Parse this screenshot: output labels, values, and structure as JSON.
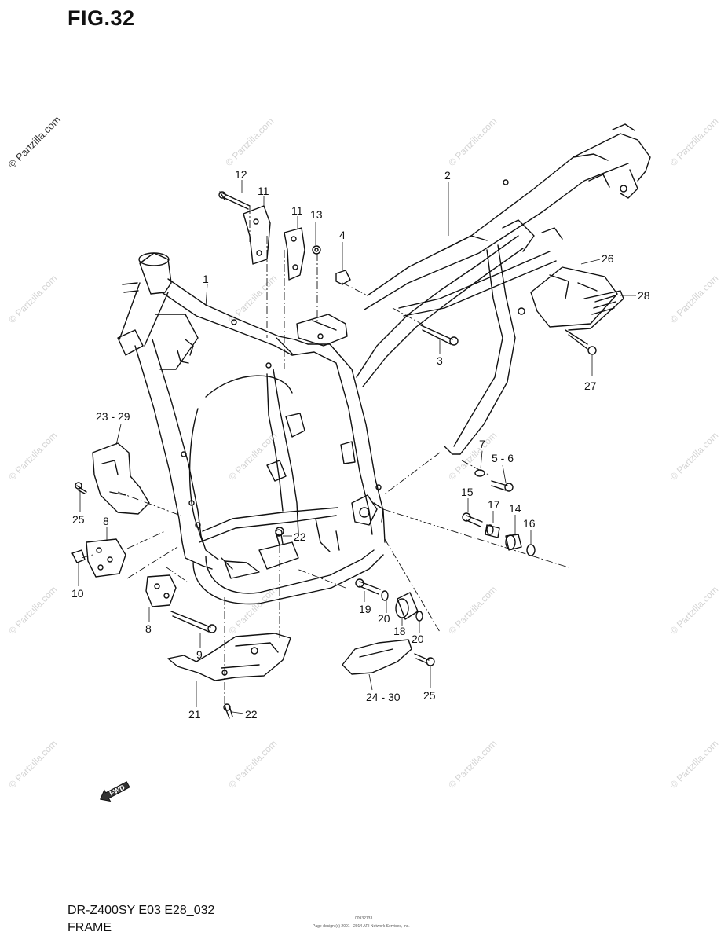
{
  "figure": {
    "title": "FIG.32",
    "model_code": "DR-Z400SY E03 E28_032",
    "section_name": "FRAME",
    "watermark": "© Partzilla.com",
    "fwd_label": "FWD",
    "copyright_note": "Page design (c) 2001 - 2014 ARI Network Services, Inc.",
    "page_code": "00932133"
  },
  "callouts": {
    "c1": "1",
    "c2": "2",
    "c3": "3",
    "c4": "4",
    "c5_6": "5 - 6",
    "c7": "7",
    "c8a": "8",
    "c8b": "8",
    "c9": "9",
    "c10": "10",
    "c11a": "11",
    "c11b": "11",
    "c12": "12",
    "c13": "13",
    "c14": "14",
    "c15": "15",
    "c16": "16",
    "c17": "17",
    "c18": "18",
    "c19": "19",
    "c20a": "20",
    "c20b": "20",
    "c21": "21",
    "c22a": "22",
    "c22b": "22",
    "c23_29": "23 - 29",
    "c24_30": "24 - 30",
    "c25a": "25",
    "c25b": "25",
    "c26": "26",
    "c27": "27",
    "c28": "28"
  }
}
